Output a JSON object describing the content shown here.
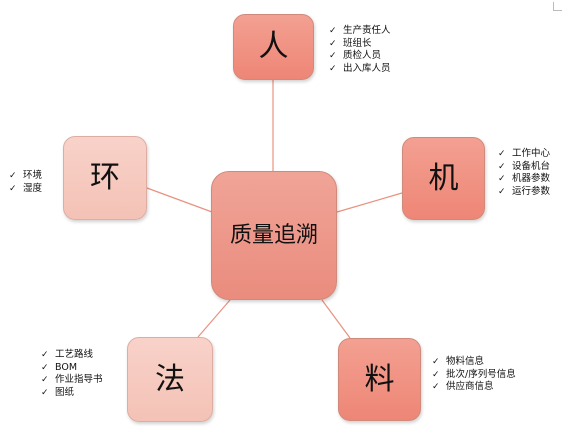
{
  "center": {
    "label": "质量追溯"
  },
  "nodes": {
    "ren": {
      "label": "人",
      "items": [
        "生产责任人",
        "班组长",
        "质检人员",
        "出入库人员"
      ]
    },
    "ji": {
      "label": "机",
      "items": [
        "工作中心",
        "设备机台",
        "机器参数",
        "运行参数"
      ]
    },
    "huan": {
      "label": "环",
      "items": [
        "环境",
        "湿度"
      ]
    },
    "fa": {
      "label": "法",
      "items": [
        "工艺路线",
        "BOM",
        "作业指导书",
        "图纸"
      ]
    },
    "liao": {
      "label": "料",
      "items": [
        "物料信息",
        "批次/序列号信息",
        "供应商信息"
      ]
    }
  },
  "check_glyph": "✓",
  "colors": {
    "connector": "#e8927f",
    "strong_fill": "#ee8a7a",
    "soft_fill": "#f6cabf"
  }
}
